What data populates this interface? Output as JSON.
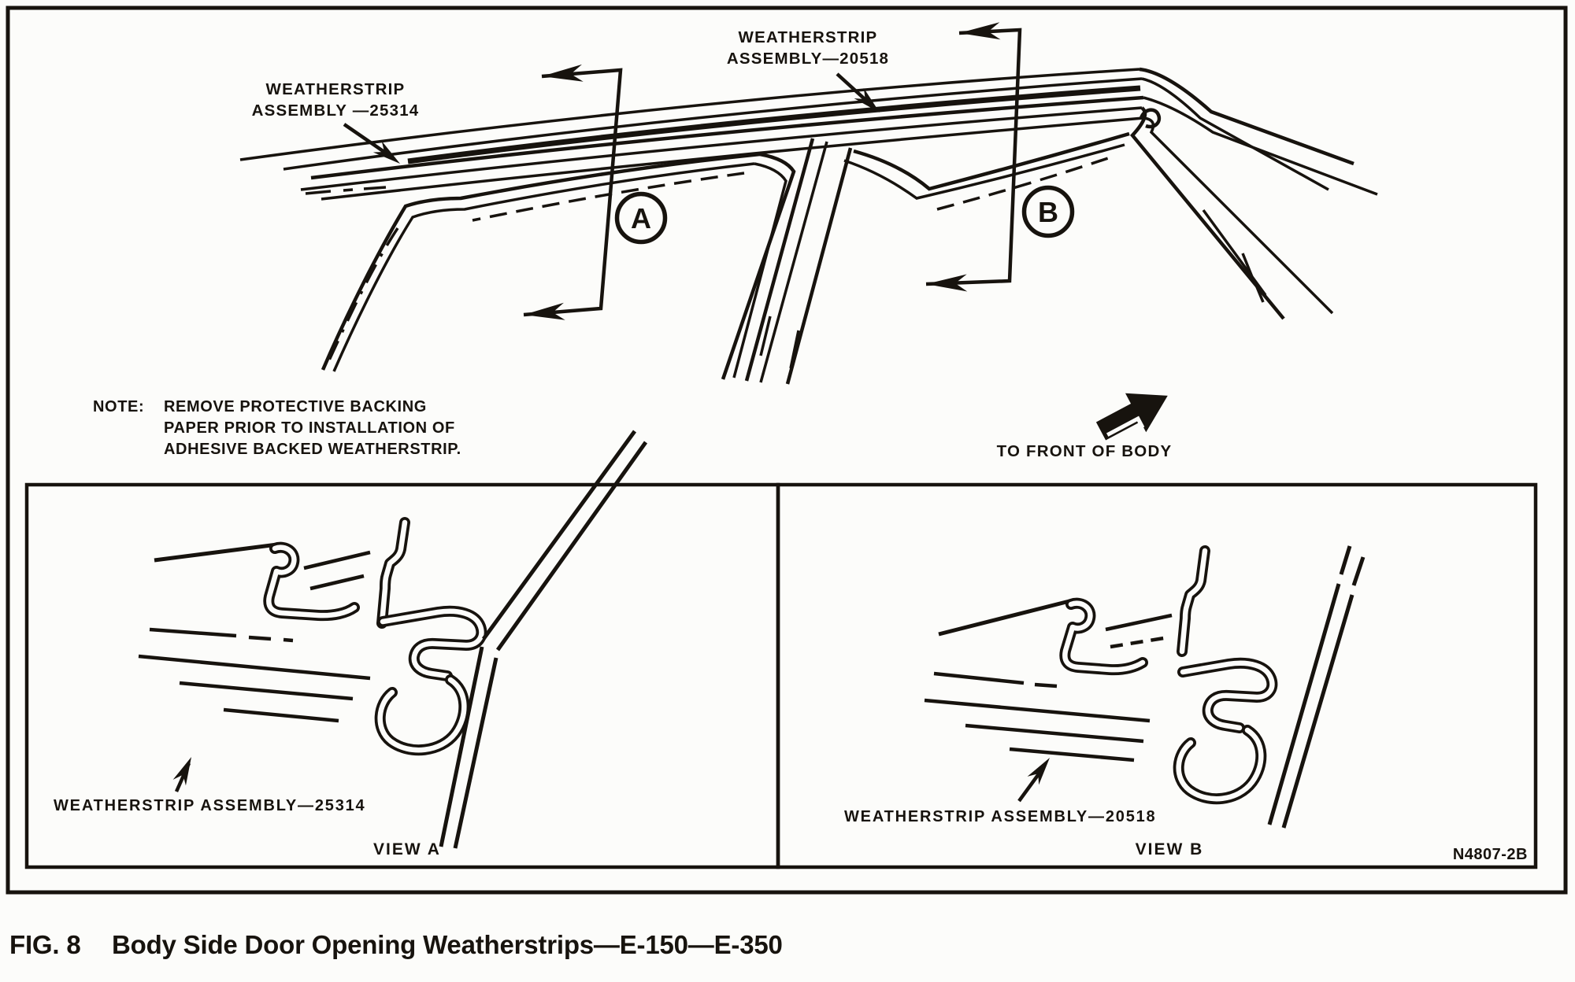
{
  "figure": {
    "fig_label": "FIG. 8",
    "title": "Body Side Door Opening Weatherstrips—E-150—E-350",
    "part_number": "N4807-2B"
  },
  "main_view": {
    "label_weatherstrip_25314": {
      "line1": "WEATHERSTRIP",
      "line2": "ASSEMBLY —25314"
    },
    "label_weatherstrip_20518": {
      "line1": "WEATHERSTRIP",
      "line2": "ASSEMBLY—20518"
    },
    "section_marker_a": "A",
    "section_marker_b": "B",
    "note": {
      "prefix": "NOTE:",
      "line1": "REMOVE PROTECTIVE BACKING",
      "line2": "PAPER PRIOR TO INSTALLATION OF",
      "line3": "ADHESIVE BACKED WEATHERSTRIP."
    },
    "direction_label": "TO FRONT OF BODY"
  },
  "view_a": {
    "label": "WEATHERSTRIP ASSEMBLY—25314",
    "caption": "VIEW A"
  },
  "view_b": {
    "label": "WEATHERSTRIP ASSEMBLY—20518",
    "caption": "VIEW B"
  },
  "colors": {
    "ink": "#17130e",
    "paper": "#fcfcfa"
  }
}
